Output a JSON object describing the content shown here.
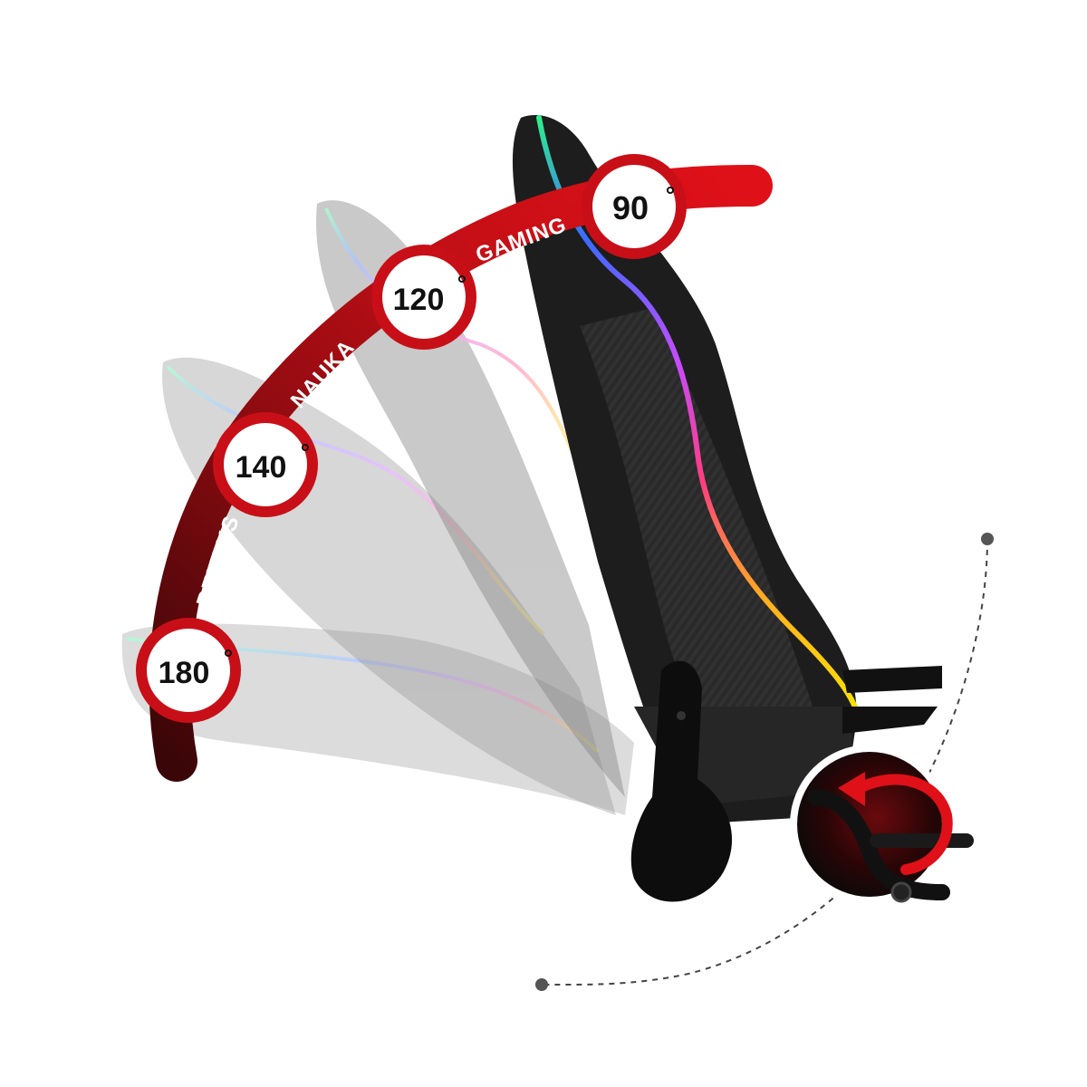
{
  "colors": {
    "arc_red": "#d50f17",
    "arc_dark": "#4a0a0c",
    "badge_ring": "#c80f17",
    "chair_black": "#1a1a1a",
    "ghost_gray": "#bdbdbd",
    "rgb_strip": [
      "#2ef08a",
      "#3b6bff",
      "#c74bff",
      "#ff3d7f",
      "#ffb21e",
      "#f5e900"
    ]
  },
  "angles": [
    {
      "label": "90",
      "unit": "°",
      "mode": "GAMING"
    },
    {
      "label": "120",
      "unit": "°",
      "mode": "NAUKA"
    },
    {
      "label": "140",
      "unit": "°",
      "mode": "RELAKS"
    },
    {
      "label": "180",
      "unit": "°",
      "mode": ""
    }
  ],
  "icons": {
    "recline_lever": "lever-rotate-icon",
    "rotation_arrow": "rotate-arrow-icon"
  }
}
